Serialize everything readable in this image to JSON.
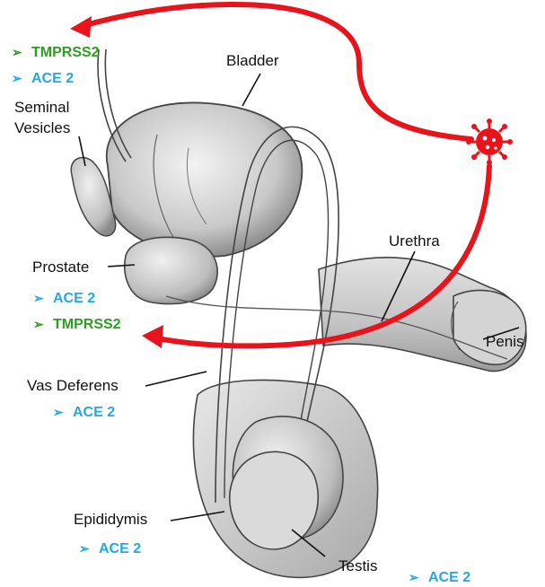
{
  "labels": {
    "bladder": "Bladder",
    "seminal_vesicles_1": "Seminal",
    "seminal_vesicles_2": "Vesicles",
    "prostate": "Prostate",
    "urethra": "Urethra",
    "penis": "Penis",
    "vas_deferens": "Vas Deferens",
    "epididymis": "Epididymis",
    "testis": "Testis"
  },
  "markers": {
    "bullet": "➢",
    "seminal_tmprss2": "TMPRSS2",
    "seminal_ace2": "ACE 2",
    "prostate_ace2": "ACE 2",
    "prostate_tmprss2": "TMPRSS2",
    "vas_ace2": "ACE 2",
    "epididymis_ace2": "ACE 2",
    "testis_ace2": "ACE 2"
  },
  "colors": {
    "tmprss2": "#2e9e1f",
    "ace2": "#21a9e6",
    "virus_path": "#e8141c",
    "virus": "#e8141c"
  },
  "icons": {
    "virus": "coronavirus-icon"
  }
}
